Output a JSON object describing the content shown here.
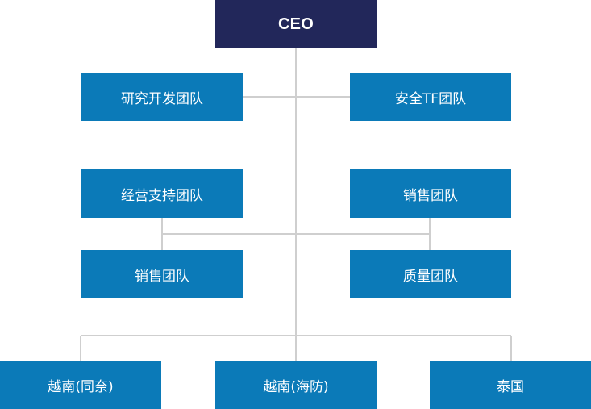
{
  "colors": {
    "ceo_fill": "#22275a",
    "team_fill": "#0b7ab8",
    "connector": "#cfcfcf"
  },
  "org_chart": {
    "ceo": "CEO",
    "teams": {
      "rnd": "研究开发团队",
      "security_tf": "安全TF团队",
      "ops_support": "经营支持团队",
      "sales_right": "销售团队",
      "sales_left": "销售团队",
      "quality": "质量团队"
    },
    "branches": {
      "vietnam_dongnai": "越南(同奈)",
      "vietnam_haiphong": "越南(海防)",
      "thailand": "泰国"
    }
  }
}
